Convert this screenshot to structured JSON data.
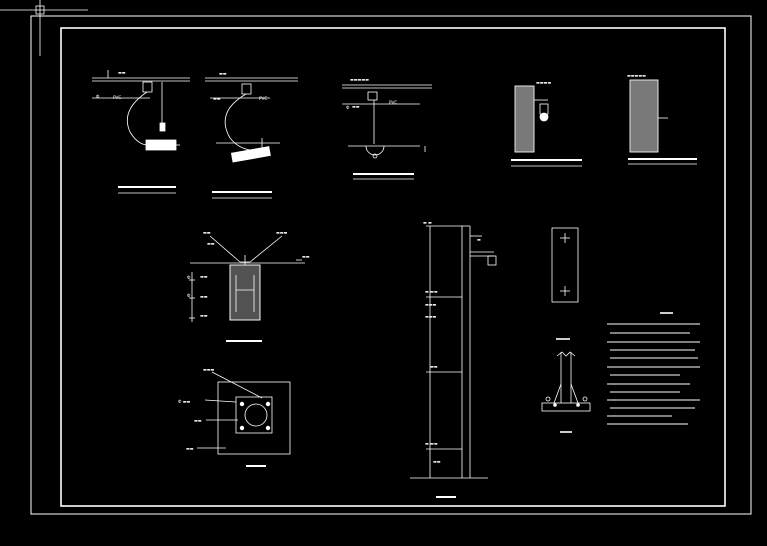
{
  "drawing": {
    "background": "#000000",
    "line_color": "#ffffff",
    "border_color": "#ffffff"
  },
  "labels": {
    "pvc_1": "PVC",
    "pvc_2": "PVC",
    "pvc_3": "PVC",
    "small_1": "Ф",
    "small_2": "Ф",
    "small_3": "Ф"
  }
}
